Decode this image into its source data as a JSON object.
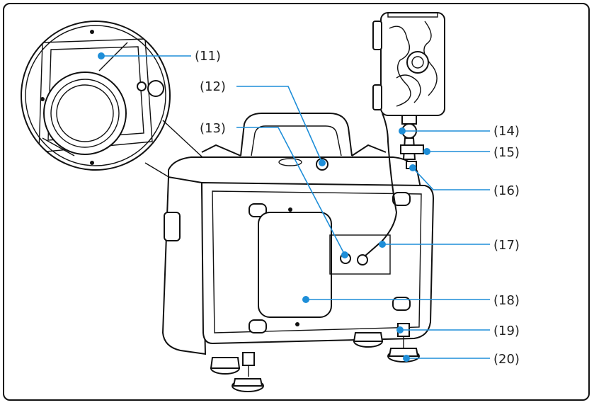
{
  "accent_color": "#1e8ed8",
  "callouts": [
    {
      "id": "11",
      "text": "(11)"
    },
    {
      "id": "12",
      "text": "(12)"
    },
    {
      "id": "13",
      "text": "(13)"
    },
    {
      "id": "14",
      "text": "(14)"
    },
    {
      "id": "15",
      "text": "(15)"
    },
    {
      "id": "16",
      "text": "(16)"
    },
    {
      "id": "17",
      "text": "(17)"
    },
    {
      "id": "18",
      "text": "(18)"
    },
    {
      "id": "19",
      "text": "(19)"
    },
    {
      "id": "20",
      "text": "(20)"
    }
  ],
  "icons": [
    "magnified-detail-icon",
    "battery-case-icon",
    "trail-camera-icon"
  ]
}
